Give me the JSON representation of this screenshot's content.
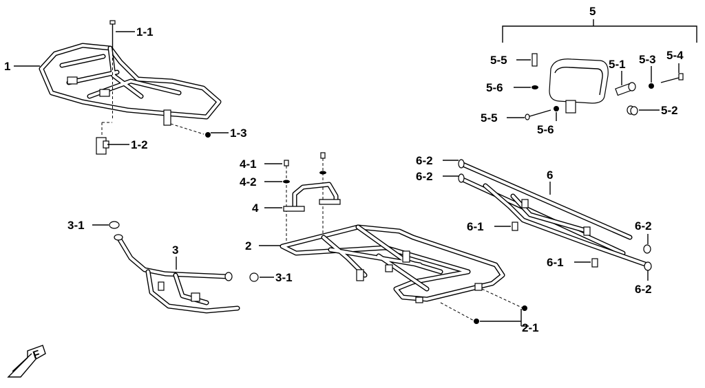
{
  "labels": {
    "l_1": "1",
    "l_1_1": "1-1",
    "l_1_2": "1-2",
    "l_1_3": "1-3",
    "l_2": "2",
    "l_2_1": "2-1",
    "l_3": "3",
    "l_3_1a": "3-1",
    "l_3_1b": "3-1",
    "l_4": "4",
    "l_4_1": "4-1",
    "l_4_2": "4-2",
    "l_5": "5",
    "l_5_1": "5-1",
    "l_5_2": "5-2",
    "l_5_3": "5-3",
    "l_5_4": "5-4",
    "l_5_5a": "5-5",
    "l_5_5b": "5-5",
    "l_5_6a": "5-6",
    "l_5_6b": "5-6",
    "l_6": "6",
    "l_6_1a": "6-1",
    "l_6_1b": "6-1",
    "l_6_2a": "6-2",
    "l_6_2b": "6-2",
    "l_6_2c": "6-2",
    "l_6_2d": "6-2"
  },
  "front_marker": "F"
}
